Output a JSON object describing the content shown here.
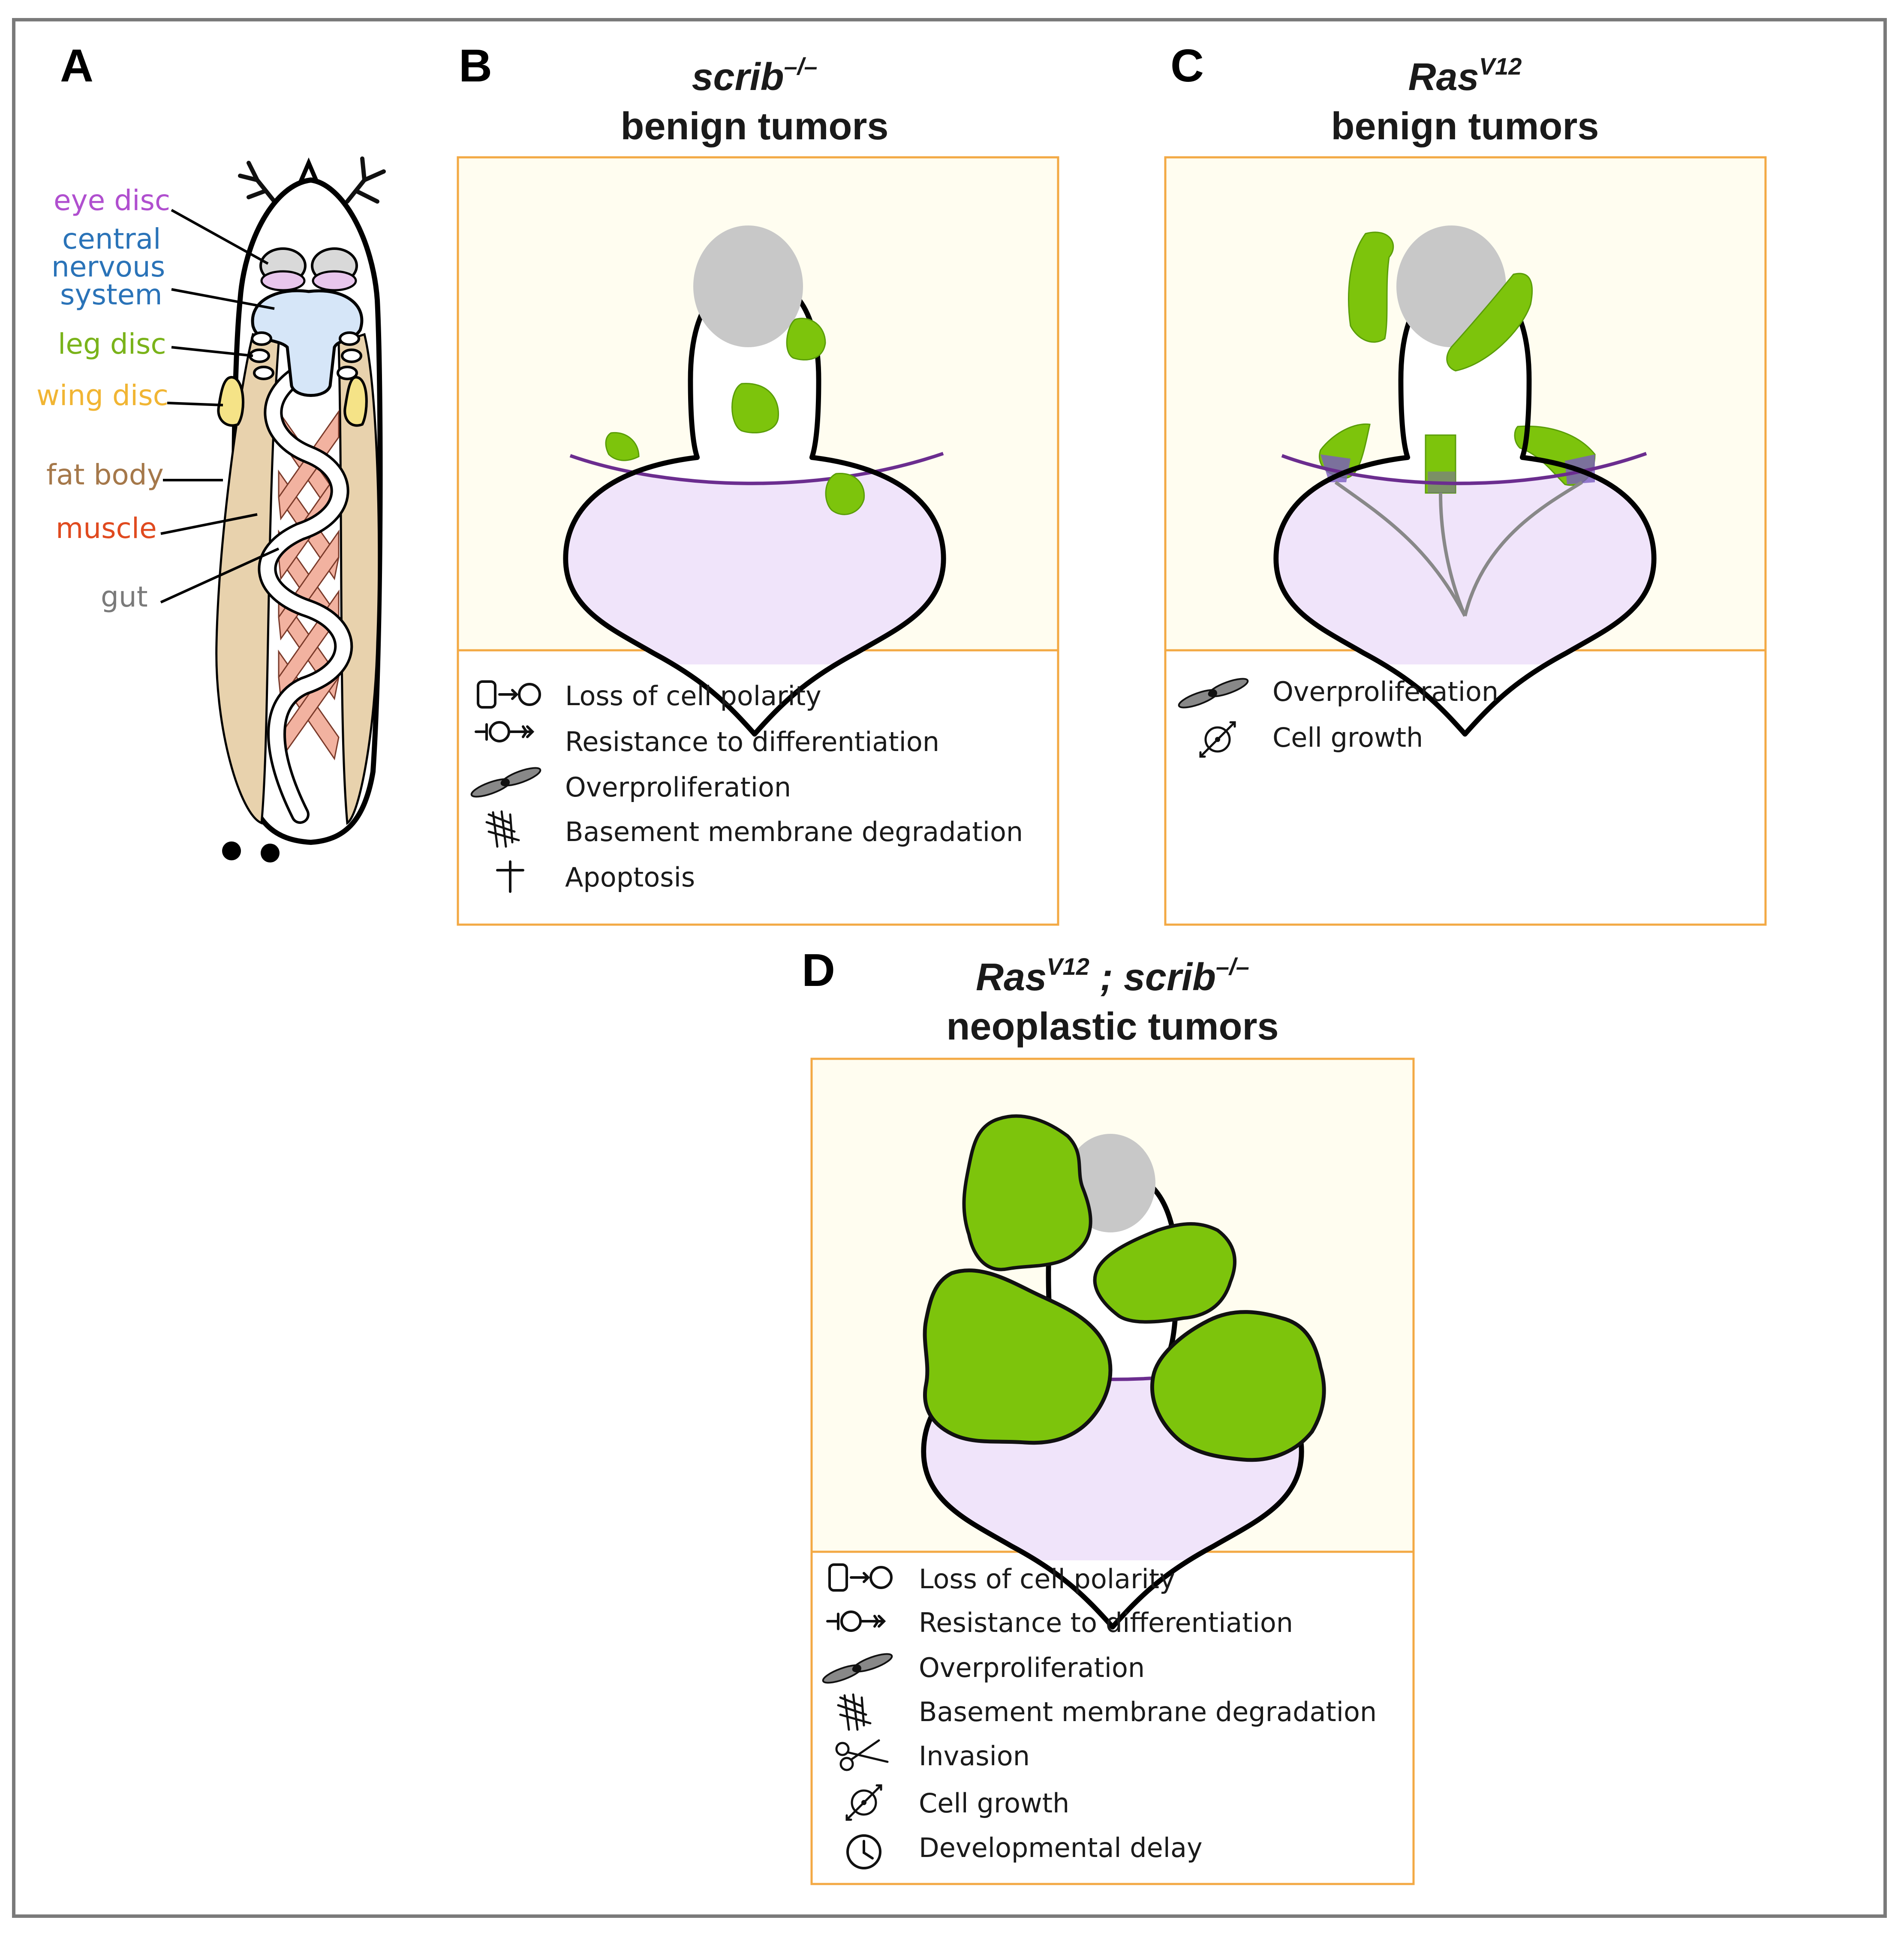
{
  "panels": {
    "A": {
      "letter": "A",
      "labels": {
        "eye_disc": "eye disc",
        "cns": [
          "central",
          "nervous",
          "system"
        ],
        "leg_disc": "leg disc",
        "wing_disc": "wing disc",
        "fat_body": "fat body",
        "muscle": "muscle",
        "gut": "gut"
      },
      "colors": {
        "eye_disc": "#b04fcf",
        "cns": "#2a73b8",
        "leg_disc": "#7ab31a",
        "wing_disc": "#f1b533",
        "fat_body": "#a5784a",
        "muscle": "#e04a1f",
        "gut": "#7a7a7a"
      }
    },
    "B": {
      "letter": "B",
      "title_italic": "scrib",
      "title_sup": "–/–",
      "subtitle": "benign tumors",
      "features": [
        "Loss of cell polarity",
        "Resistance to differentiation",
        "Overproliferation",
        "Basement membrane degradation",
        "Apoptosis"
      ]
    },
    "C": {
      "letter": "C",
      "title_italic": "Ras",
      "title_sup": "V12",
      "subtitle": "benign tumors",
      "features": [
        "Overproliferation",
        "Cell growth"
      ]
    },
    "D": {
      "letter": "D",
      "title_italic_1": "Ras",
      "title_sup_1": "V12",
      "title_sep": " ; ",
      "title_italic_2": "scrib",
      "title_sup_2": "–/–",
      "subtitle": "neoplastic tumors",
      "features": [
        "Loss of cell polarity",
        "Resistance to differentiation",
        "Overproliferation",
        "Basement membrane degradation",
        "Invasion",
        "Cell growth",
        "Developmental delay"
      ]
    }
  },
  "colors": {
    "tumor_green": "#7dc40c",
    "nucleus_gray": "#c8c8c8",
    "basal_lilac": "#f0e4fa",
    "basal_line": "#6b2d8f",
    "panel_border": "#f3a944",
    "panel_fill": "#fffdf0"
  }
}
